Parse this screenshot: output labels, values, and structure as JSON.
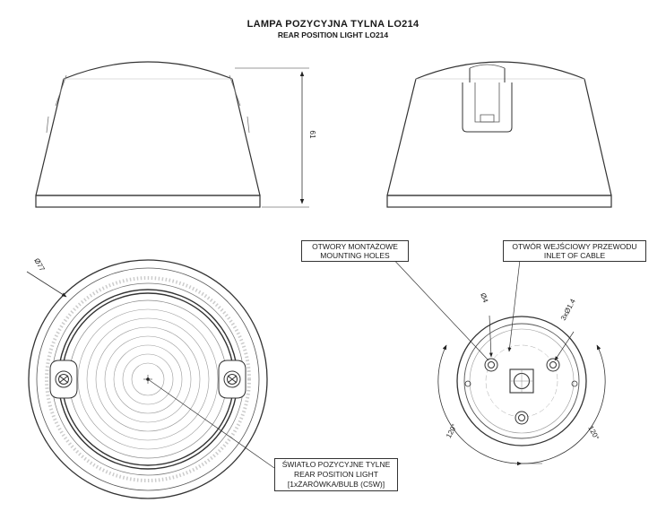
{
  "title": {
    "line1": "LAMPA POZYCYJNA TYLNA LO214",
    "line2": "REAR POSITION LIGHT LO214"
  },
  "dimensions": {
    "height": "61",
    "diameter": "Ø77",
    "hole_diameter": "Ø4",
    "cable_inlet": "3xØ1.4",
    "angle_left": "120°",
    "angle_right": "120°"
  },
  "callouts": {
    "mounting_holes": {
      "line1": "OTWORY MONTAŻOWE",
      "line2": "MOUNTING HOLES"
    },
    "cable_inlet": {
      "line1": "OTWÓR WEJŚCIOWY PRZEWODU",
      "line2": "INLET OF CABLE"
    },
    "light": {
      "line1": "ŚWIATŁO POZYCYJNE TYLNE",
      "line2": "REAR POSITION LIGHT",
      "line3": "[1xŻARÓWKA/BULB (C5W)]"
    }
  },
  "colors": {
    "line": "#333333",
    "light_line": "#9a9a9a",
    "background": "#ffffff"
  }
}
